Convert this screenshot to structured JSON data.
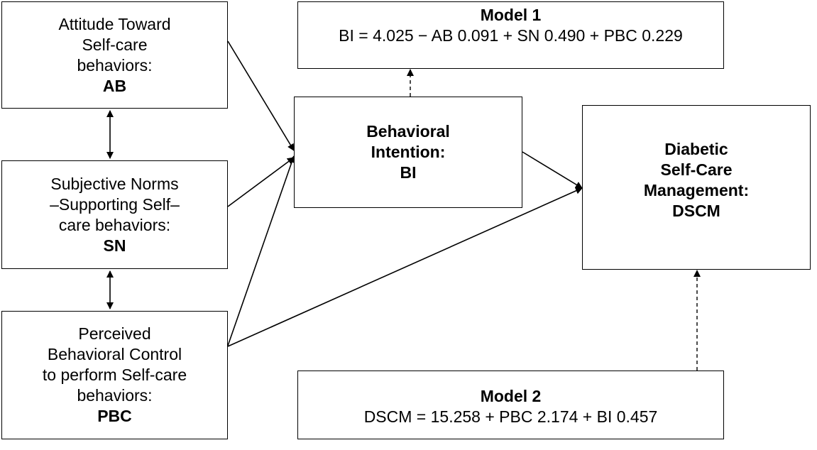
{
  "boxes": {
    "ab": {
      "lines": [
        "Attitude Toward",
        "Self-care",
        "behaviors:"
      ],
      "code": "AB"
    },
    "sn": {
      "lines": [
        "Subjective Norms",
        "–Supporting Self–",
        "care behaviors:"
      ],
      "code": "SN"
    },
    "pbc": {
      "lines": [
        "Perceived",
        "Behavioral Control",
        "to perform Self-care",
        "behaviors:"
      ],
      "code": "PBC"
    },
    "bi": {
      "lines": [
        "Behavioral",
        "Intention:"
      ],
      "code": "BI"
    },
    "dscm": {
      "lines": [
        "Diabetic",
        "Self-Care",
        "Management:"
      ],
      "code": "DSCM"
    }
  },
  "models": {
    "model1": {
      "title": "Model 1",
      "equation": "BI = 4.025 − AB 0.091 + SN 0.490 + PBC 0.229"
    },
    "model2": {
      "title": "Model 2",
      "equation": "DSCM = 15.258 + PBC 2.174 + BI 0.457"
    }
  },
  "connections": [
    {
      "from": "ab",
      "to": "bi",
      "style": "solid",
      "head": "end"
    },
    {
      "from": "sn",
      "to": "bi",
      "style": "solid",
      "head": "end"
    },
    {
      "from": "pbc",
      "to": "bi",
      "style": "solid",
      "head": "end"
    },
    {
      "from": "pbc",
      "to": "dscm",
      "style": "solid",
      "head": "end"
    },
    {
      "from": "bi",
      "to": "dscm",
      "style": "solid",
      "head": "end"
    },
    {
      "from": "ab",
      "to": "sn",
      "style": "solid",
      "head": "both"
    },
    {
      "from": "sn",
      "to": "pbc",
      "style": "solid",
      "head": "both"
    },
    {
      "from": "bi",
      "to": "model1",
      "style": "dashed",
      "head": "end"
    },
    {
      "from": "model2",
      "to": "dscm",
      "style": "dashed",
      "head": "end"
    }
  ]
}
